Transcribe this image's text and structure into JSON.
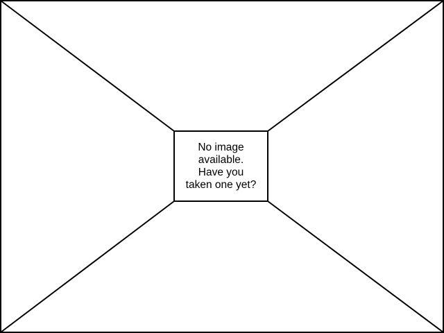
{
  "placeholder": {
    "message_lines": [
      "No image",
      "available.",
      "Have you",
      "taken one yet?"
    ]
  },
  "colors": {
    "background": "#ffffff",
    "stroke": "#000000"
  }
}
